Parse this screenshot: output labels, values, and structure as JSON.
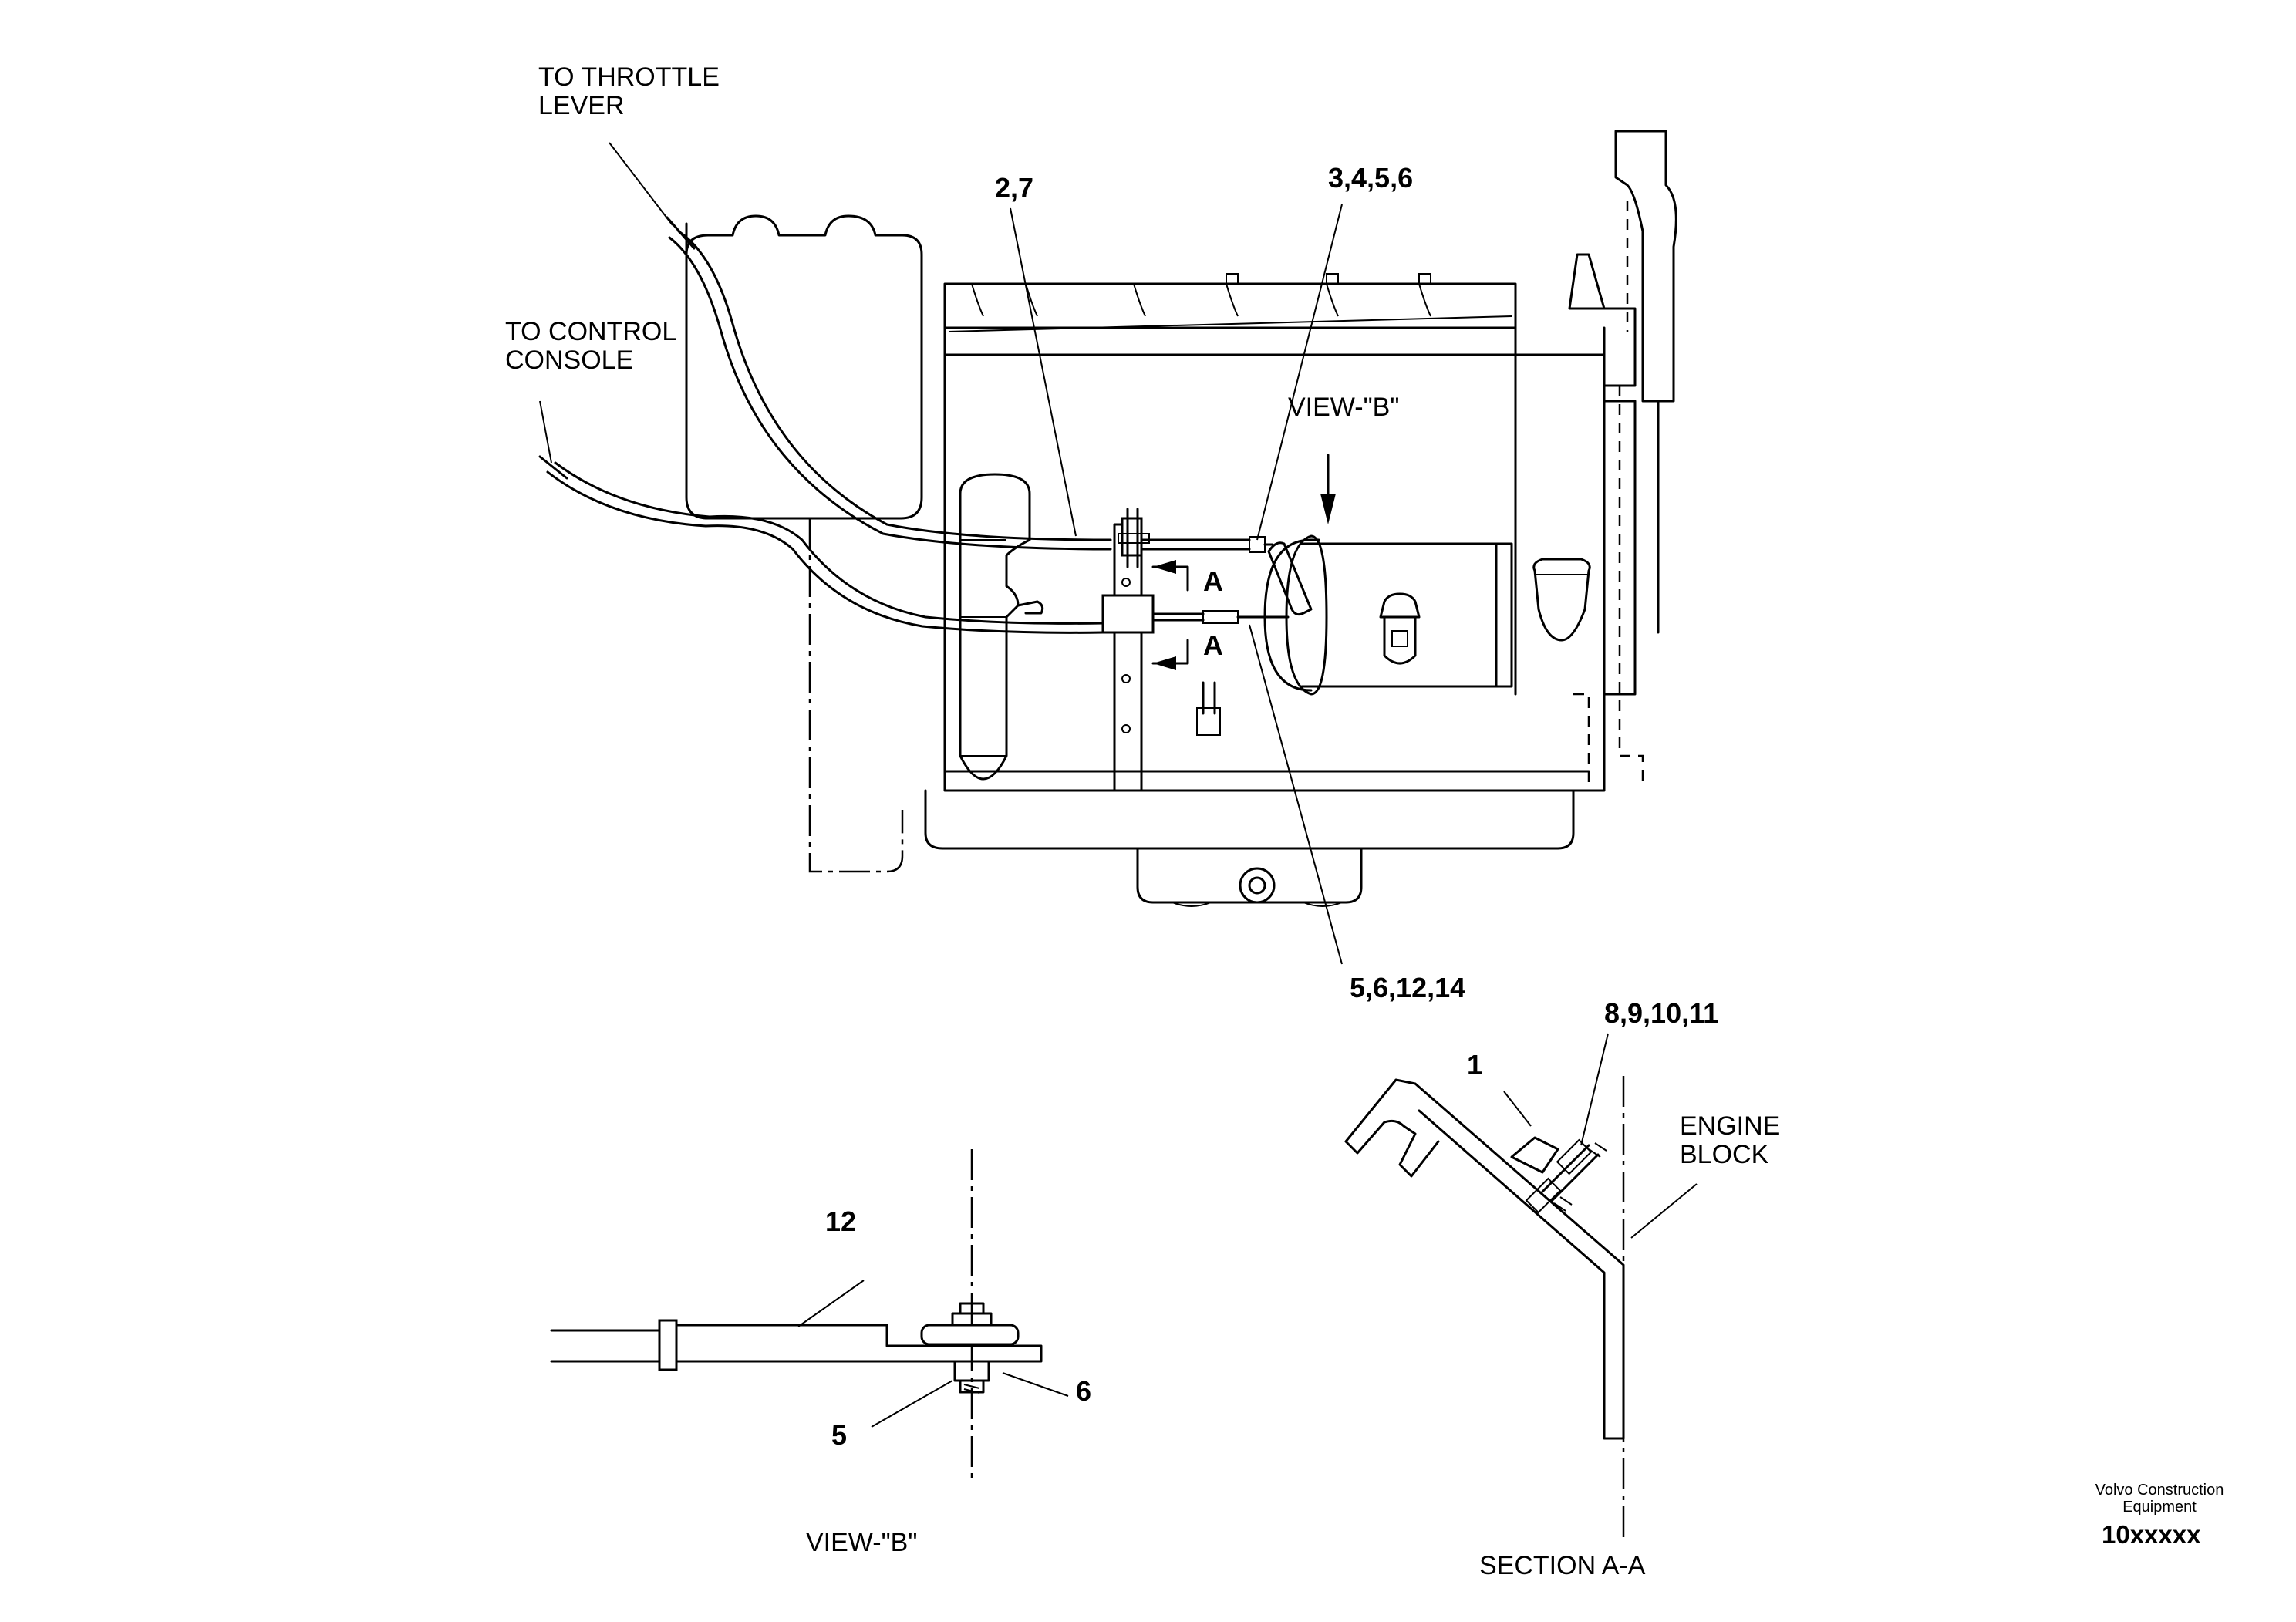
{
  "labels": {
    "to_throttle": "TO THROTTLE\nLEVER",
    "to_control": "TO CONTROL\nCONSOLE",
    "view_b_arrow": "VIEW-\"B\"",
    "section_marker_top": "A",
    "section_marker_bottom": "A",
    "engine_block": "ENGINE\nBLOCK",
    "view_b_title": "VIEW-\"B\"",
    "section_title": "SECTION A-A"
  },
  "callouts": {
    "c_2_7": "2,7",
    "c_3_4_5_6": "3,4,5,6",
    "c_5_6_12_14": "5,6,12,14",
    "c_8_9_10_11": "8,9,10,11",
    "c_1": "1",
    "c_12": "12",
    "c_6": "6",
    "c_5": "5"
  },
  "footer": {
    "company": "Volvo Construction\nEquipment",
    "code": "10xxxxx"
  }
}
